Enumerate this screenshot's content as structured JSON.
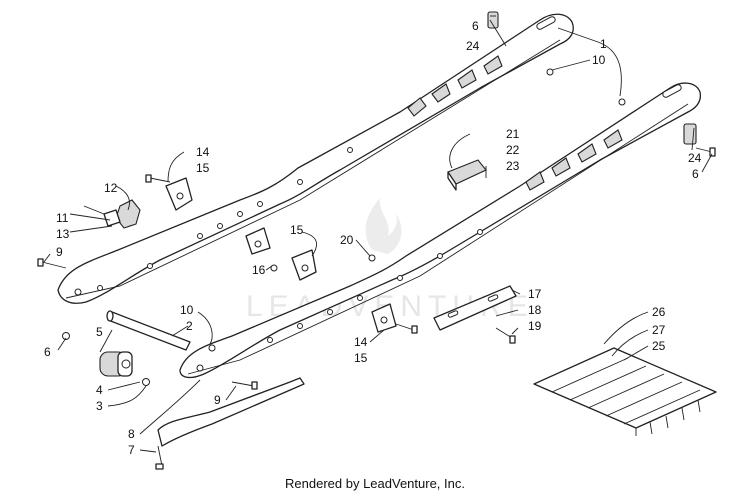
{
  "watermark": "LEADVENTURE",
  "footer": "Rendered by LeadVenture, Inc.",
  "callouts": {
    "c1": "1",
    "c2": "2",
    "c3": "3",
    "c4": "4",
    "c5": "5",
    "c6a": "6",
    "c6b": "6",
    "c6c": "6",
    "c7": "7",
    "c8": "8",
    "c9a": "9",
    "c9b": "9",
    "c10a": "10",
    "c10b": "10",
    "c11": "11",
    "c12": "12",
    "c13": "13",
    "c14a": "14",
    "c14b": "14",
    "c15a": "15",
    "c15b": "15",
    "c15c": "15",
    "c16": "16",
    "c17": "17",
    "c18": "18",
    "c19": "19",
    "c20": "20",
    "c21": "21",
    "c22": "22",
    "c23": "23",
    "c24a": "24",
    "c24b": "24",
    "c25": "25",
    "c26": "26",
    "c27": "27"
  }
}
